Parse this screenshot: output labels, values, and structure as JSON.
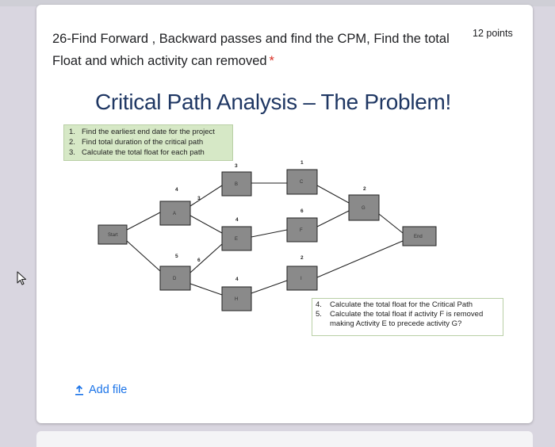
{
  "question": {
    "text": "26-Find Forward , Backward passes and find the CPM, Find the total Float and which activity can removed",
    "required_mark": "*",
    "points": "12 points"
  },
  "slide": {
    "title": "Critical Path Analysis – The Problem!",
    "tasks_top": [
      {
        "num": "1.",
        "text": "Find the earliest end date for the project"
      },
      {
        "num": "2.",
        "text": "Find total duration of the critical path"
      },
      {
        "num": "3.",
        "text": "Calculate the total float for each path"
      }
    ],
    "tasks_bottom": [
      {
        "num": "4.",
        "text": "Calculate the total float for the Critical Path"
      },
      {
        "num": "5.",
        "text": "Calculate the total float if activity F is removed making Activity E to precede activity G?"
      }
    ],
    "nodes": {
      "start": "Start",
      "a": "A",
      "b": "B",
      "c": "C",
      "d": "D",
      "e": "E",
      "f": "F",
      "g": "G",
      "h": "H",
      "i": "I",
      "end": "End"
    },
    "durations": {
      "a": "4",
      "b": "3",
      "c": "1",
      "d": "5",
      "e": "4",
      "f": "6",
      "g": "2",
      "h": "4",
      "i": "2",
      "ab": "3",
      "de": "6"
    }
  },
  "add_file": {
    "label": "Add file",
    "icon": "upload-icon"
  },
  "colors": {
    "accent": "#1a73e8",
    "required": "#d93025",
    "slide_title": "#1f3763",
    "node_fill": "#8a8a8a",
    "task_box": "#d6e8c6"
  }
}
